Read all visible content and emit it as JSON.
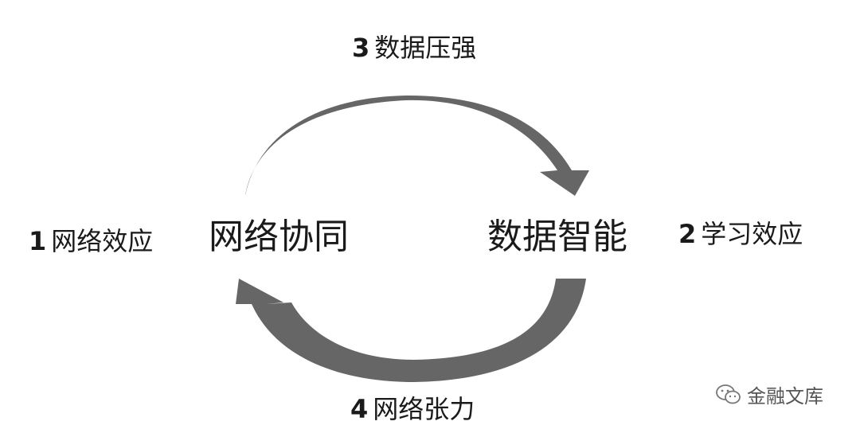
{
  "nodes": {
    "left": "网络协同",
    "right": "数据智能"
  },
  "labels": {
    "effect1": {
      "num": "1",
      "text": "网络效应"
    },
    "effect2": {
      "num": "2",
      "text": "学习效应"
    },
    "effect3": {
      "num": "3",
      "text": "数据压强"
    },
    "effect4": {
      "num": "4",
      "text": "网络张力"
    }
  },
  "watermark": {
    "text": "金融文库",
    "icon": "wechat-icon"
  },
  "colors": {
    "arrow": "#666666",
    "text": "#1a1a1a"
  }
}
